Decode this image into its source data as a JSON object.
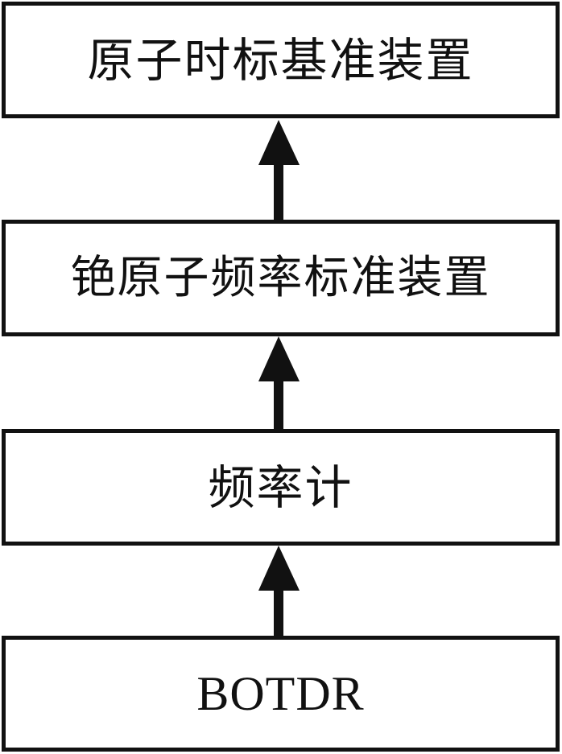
{
  "diagram": {
    "title": "",
    "type": "vertical-flowchart",
    "orientation": "bottom-to-top",
    "colors": {
      "stroke": "#111111",
      "fill": "#ffffff",
      "background": "#ffffff"
    },
    "nodes": [
      {
        "id": "node-1",
        "label": "原子时标基准装置",
        "script": "cjk"
      },
      {
        "id": "node-2",
        "label": "铯原子频率标准装置",
        "script": "cjk"
      },
      {
        "id": "node-3",
        "label": "频率计",
        "script": "cjk"
      },
      {
        "id": "node-4",
        "label": "BOTDR",
        "script": "latin"
      }
    ],
    "connectors": [
      {
        "id": "arrow-1",
        "from": "node-2",
        "to": "node-1",
        "style": "solid-filled-arrowhead",
        "direction": "up"
      },
      {
        "id": "arrow-2",
        "from": "node-3",
        "to": "node-2",
        "style": "solid-filled-arrowhead",
        "direction": "up"
      },
      {
        "id": "arrow-3",
        "from": "node-4",
        "to": "node-3",
        "style": "solid-filled-arrowhead",
        "direction": "up"
      }
    ]
  }
}
